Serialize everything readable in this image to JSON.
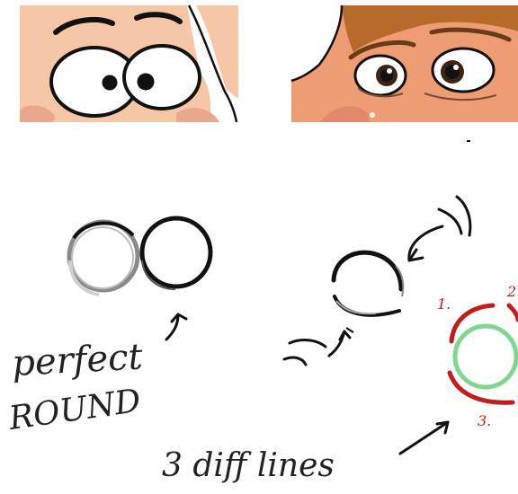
{
  "notes": {
    "perfect": "perfect",
    "round": "ROUND",
    "diff_lines": "3 diff lines"
  },
  "marks": {
    "m1": "1.",
    "m2": "2.",
    "m3": "3."
  },
  "colors": {
    "ink": "#111111",
    "skin_light": "#f6c7a7",
    "skin_photo": "#ee9c74",
    "hair": "#b76a2a",
    "red": "#c21c1c",
    "green": "#7fd78f",
    "gray": "#8a8a8a"
  }
}
